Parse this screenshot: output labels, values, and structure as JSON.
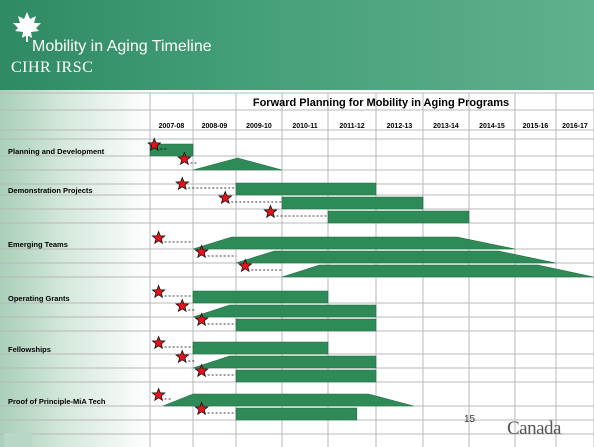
{
  "slide": {
    "title": "Mobility in Aging Timeline",
    "logo_text": "CIHR IRSC",
    "page_number": "15",
    "footer_wordmark": "Canada"
  },
  "timeline": {
    "title": "Forward Planning for Mobility in Aging Programs",
    "years": [
      "2007-08",
      "2008-09",
      "2009-10",
      "2010-11",
      "2011-12",
      "2012-13",
      "2013-14",
      "2014-15",
      "2015-16",
      "2016-17"
    ],
    "programs": [
      {
        "name": "Planning and Development",
        "stars": [
          [
            "2007-08",
            0.1
          ],
          [
            "2007-08",
            0.8
          ]
        ],
        "bars": [
          {
            "shape": "rect",
            "start": [
              "2007-08",
              0.0
            ],
            "end": [
              "2007-08",
              1.0
            ]
          },
          {
            "shape": "triangle",
            "start": [
              "2008-09",
              0.0
            ],
            "end": [
              "2009-10",
              1.0
            ]
          }
        ]
      },
      {
        "name": "Demonstration Projects",
        "stars": [
          [
            "2007-08",
            0.75
          ],
          [
            "2008-09",
            0.75
          ],
          [
            "2009-10",
            0.75
          ]
        ],
        "bars": [
          {
            "shape": "rect",
            "start": [
              "2009-10",
              0.0
            ],
            "end": [
              "2011-12",
              1.0
            ]
          },
          {
            "shape": "rect",
            "start": [
              "2010-11",
              0.0
            ],
            "end": [
              "2012-13",
              1.0
            ]
          },
          {
            "shape": "rect",
            "start": [
              "2011-12",
              0.0
            ],
            "end": [
              "2013-14",
              1.0
            ]
          }
        ]
      },
      {
        "name": "Emerging Teams",
        "stars": [
          [
            "2007-08",
            0.2
          ],
          [
            "2008-09",
            0.2
          ],
          [
            "2009-10",
            0.2
          ]
        ],
        "bars": [
          {
            "shape": "trapezoid",
            "start": [
              "2008-09",
              0.0
            ],
            "end": [
              "2014-15",
              1.0
            ]
          },
          {
            "shape": "trapezoid",
            "start": [
              "2009-10",
              0.0
            ],
            "end": [
              "2015-16",
              1.0
            ]
          },
          {
            "shape": "trapezoid",
            "start": [
              "2010-11",
              0.0
            ],
            "end": [
              "2016-17",
              1.0
            ]
          }
        ]
      },
      {
        "name": "Operating Grants",
        "stars": [
          [
            "2007-08",
            0.2
          ],
          [
            "2007-08",
            0.75
          ],
          [
            "2008-09",
            0.2
          ]
        ],
        "bars": [
          {
            "shape": "rect",
            "start": [
              "2008-09",
              0.0
            ],
            "end": [
              "2010-11",
              1.0
            ]
          },
          {
            "shape": "taper",
            "start": [
              "2008-09",
              0.0
            ],
            "end": [
              "2011-12",
              1.0
            ]
          },
          {
            "shape": "rect",
            "start": [
              "2009-10",
              0.0
            ],
            "end": [
              "2011-12",
              1.0
            ]
          }
        ]
      },
      {
        "name": "Fellowships",
        "stars": [
          [
            "2007-08",
            0.2
          ],
          [
            "2007-08",
            0.75
          ],
          [
            "2008-09",
            0.2
          ]
        ],
        "bars": [
          {
            "shape": "rect",
            "start": [
              "2008-09",
              0.0
            ],
            "end": [
              "2010-11",
              1.0
            ]
          },
          {
            "shape": "taper",
            "start": [
              "2008-09",
              0.0
            ],
            "end": [
              "2011-12",
              1.0
            ]
          },
          {
            "shape": "rect",
            "start": [
              "2009-10",
              0.0
            ],
            "end": [
              "2011-12",
              1.0
            ]
          }
        ]
      },
      {
        "name": "Proof of Principle-MiA Tech",
        "stars": [
          [
            "2007-08",
            0.2
          ],
          [
            "2008-09",
            0.2
          ]
        ],
        "bars": [
          {
            "shape": "trapezoid",
            "start": [
              "2007-08",
              0.3
            ],
            "end": [
              "2012-13",
              0.8
            ]
          },
          {
            "shape": "rect",
            "start": [
              "2009-10",
              0.0
            ],
            "end": [
              "2011-12",
              0.6
            ]
          }
        ]
      }
    ]
  },
  "colors": {
    "header": "#2f8a63",
    "bar": "#2e8b57",
    "bar_edge": "#1e6b40",
    "star_fill": "#e8121a",
    "star_stroke": "#111111",
    "grid": "#b8b8b8",
    "dotted": "#000000"
  }
}
